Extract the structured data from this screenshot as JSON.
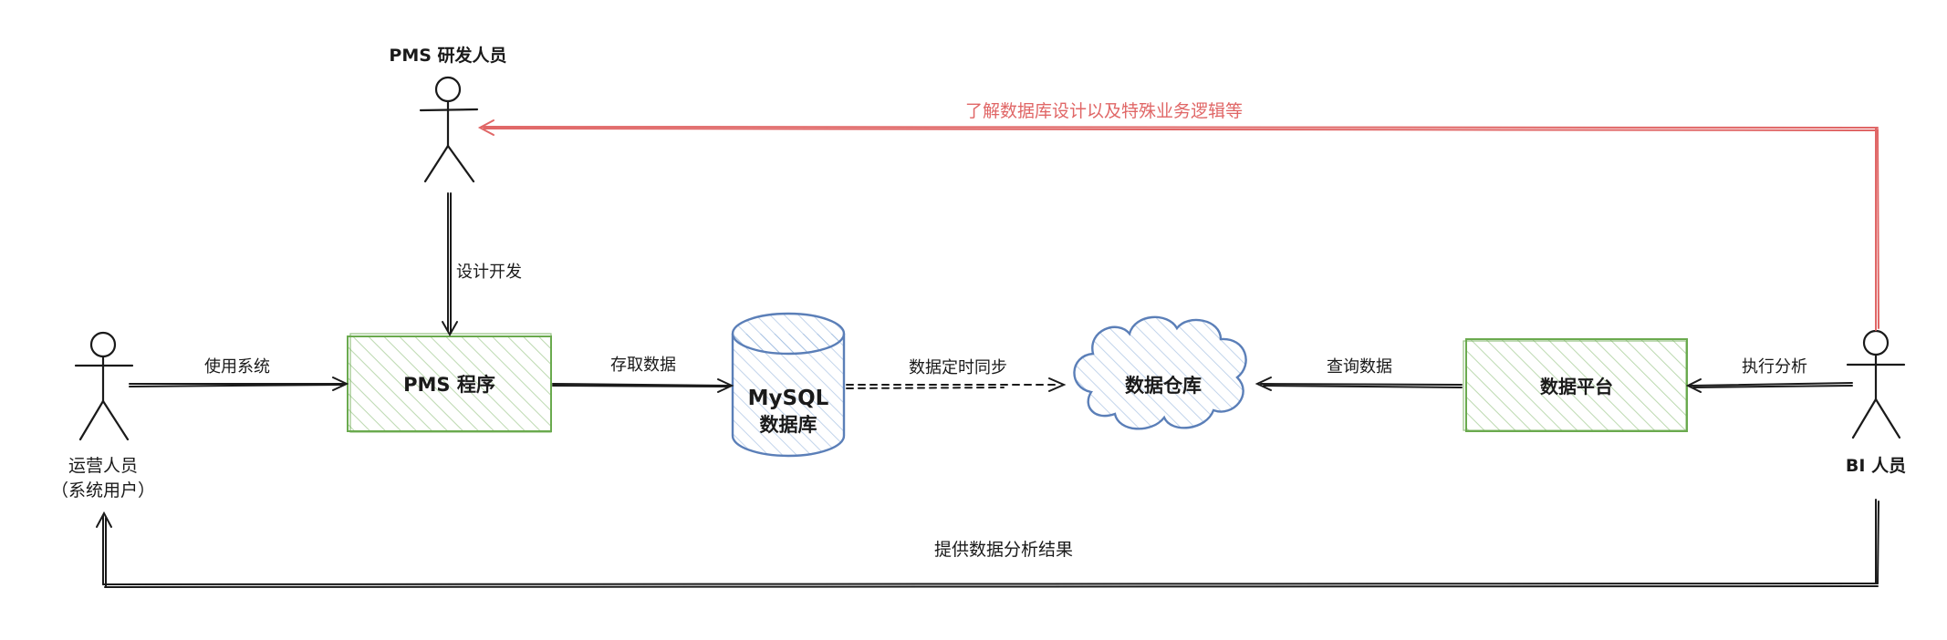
{
  "colors": {
    "stroke": "#1a1a1a",
    "green": "#6aaa4e",
    "blue": "#5b7fb8",
    "blue_fill": "#cfdff3",
    "red": "#e06666"
  },
  "actors": {
    "pms_dev": {
      "label": "PMS 研发人员"
    },
    "ops_user": {
      "label_line1": "运营人员",
      "label_line2": "（系统用户）"
    },
    "bi": {
      "label": "BI 人员"
    }
  },
  "nodes": {
    "pms_program": "PMS 程序",
    "mysql_line1": "MySQL",
    "mysql_line2": "数据库",
    "warehouse": "数据仓库",
    "data_platform": "数据平台"
  },
  "edges": {
    "design_dev": "设计开发",
    "use_system": "使用系统",
    "access_data": "存取数据",
    "sync": "数据定时同步",
    "query": "查询数据",
    "analyze": "执行分析",
    "feedback": "了解数据库设计以及特殊业务逻辑等",
    "results": "提供数据分析结果"
  }
}
